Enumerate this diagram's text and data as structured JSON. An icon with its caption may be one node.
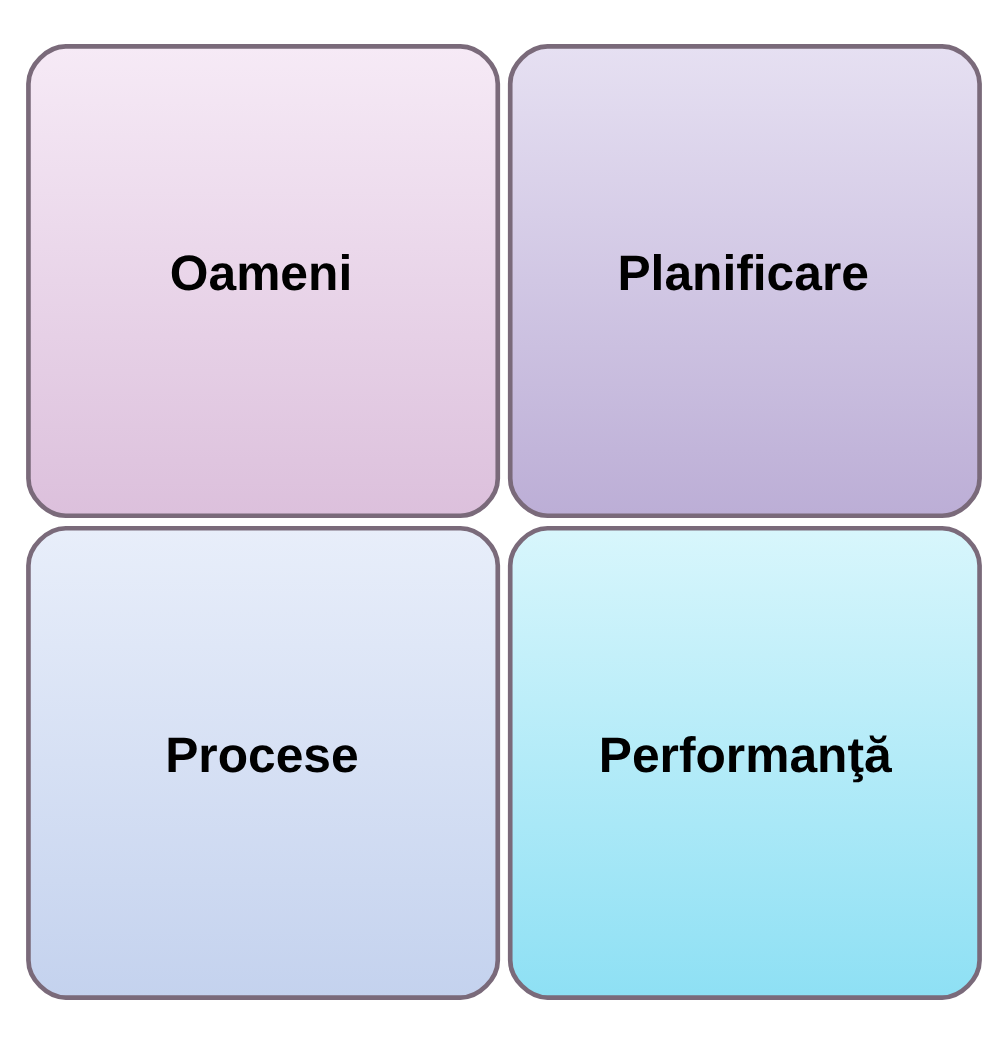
{
  "diagram": {
    "nodes": [
      {
        "text": [
          "Oameni"
        ]
      },
      {
        "text": [
          "Planificare"
        ]
      },
      {
        "text": [
          "Procese"
        ]
      },
      {
        "text": [
          "Performanţă"
        ]
      }
    ]
  }
}
